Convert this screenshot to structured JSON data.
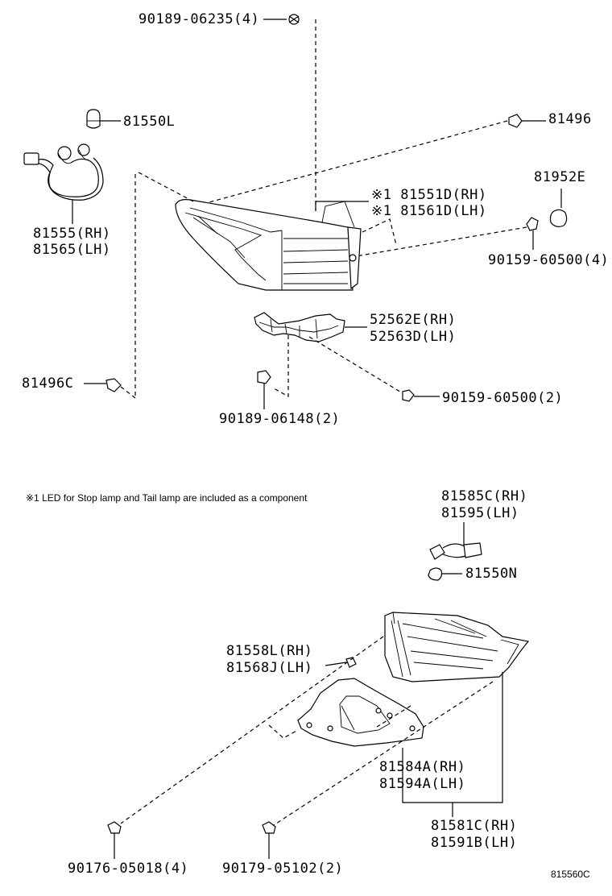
{
  "labels": {
    "p9018906235": "90189-06235(4)",
    "p81550L": "81550L",
    "p81496": "81496",
    "p81952E": "81952E",
    "p81551D": "※1 81551D(RH)",
    "p81561D": "※1 81561D(LH)",
    "p81555": "81555(RH)",
    "p81565": "81565(LH)",
    "p9015960500_4": "90159-60500(4)",
    "p52562E": "52562E(RH)",
    "p52563D": "52563D(LH)",
    "p81496C": "81496C",
    "p9015960500_2": "90159-60500(2)",
    "p9018906148": "90189-06148(2)",
    "p81585C": "81585C(RH)",
    "p81595": "81595(LH)",
    "p81550N": "81550N",
    "p81558L": "81558L(RH)",
    "p81568J": "81568J(LH)",
    "p81584A": "81584A(RH)",
    "p81594A": "81594A(LH)",
    "p81581C": "81581C(RH)",
    "p81591B": "81591B(LH)",
    "p9017605018": "90176-05018(4)",
    "p9017905102": "90179-05102(2)"
  },
  "note": "※1 LED for Stop lamp and Tail lamp are included as a component",
  "footer": "815560C"
}
